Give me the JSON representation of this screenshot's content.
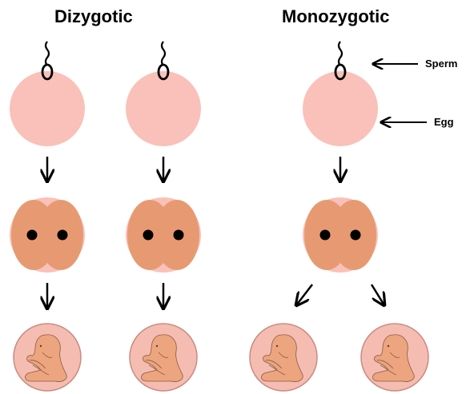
{
  "headings": {
    "dizygotic": "Dizygotic",
    "monozygotic": "Monozygotic"
  },
  "labels": {
    "sperm": "Sperm",
    "egg": "Egg"
  },
  "colors": {
    "egg": "#f9c1b9",
    "cell_lobe": "#e79a72",
    "embryo_circle_fill": "#f5bdb2",
    "embryo_circle_stroke": "#c98a80",
    "embryo_body": "#eca57e",
    "stroke": "#000000"
  }
}
